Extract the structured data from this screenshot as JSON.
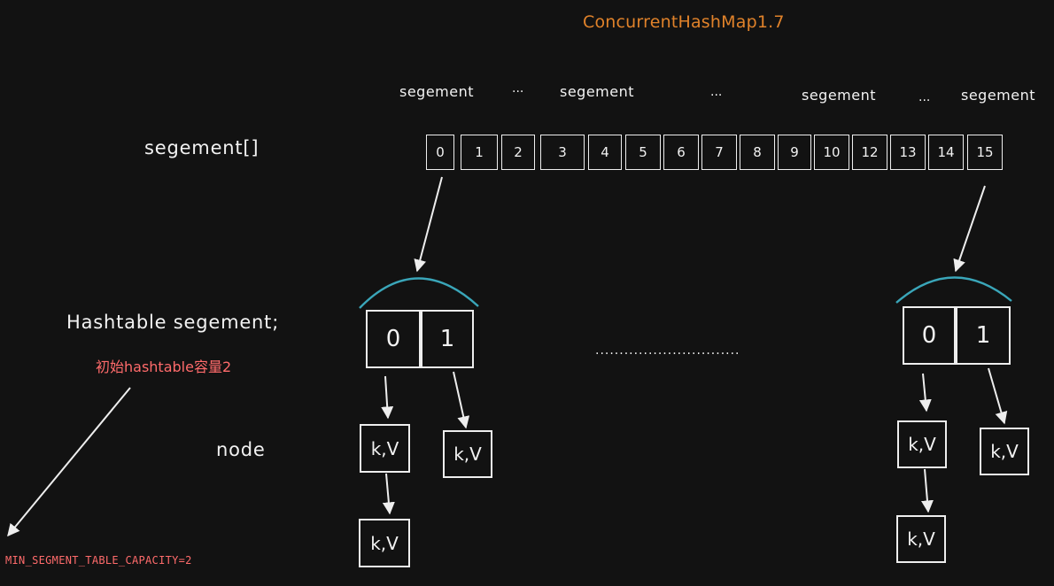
{
  "title": "ConcurrentHashMap1.7",
  "segment_labels": [
    "segement",
    "···",
    "segement",
    "···",
    "segement",
    "···",
    "segement"
  ],
  "array_label": "segement[]",
  "array_cells": [
    "0",
    "1",
    "2",
    "3",
    "4",
    "5",
    "6",
    "7",
    "8",
    "9",
    "10",
    "12",
    "13",
    "14",
    "15"
  ],
  "hashtable_label": "Hashtable segement;",
  "init_note": "初始hashtable容量2",
  "node_label": "node",
  "min_capacity": "MIN_SEGMENT_TABLE_CAPACITY=2",
  "middle_ellipsis": "..............................",
  "left_table": {
    "buckets": [
      "0",
      "1"
    ],
    "nodes": [
      "k,V",
      "k,V",
      "k,V"
    ]
  },
  "right_table": {
    "buckets": [
      "0",
      "1"
    ],
    "nodes": [
      "k,V",
      "k,V",
      "k,V"
    ]
  },
  "colors": {
    "title": "#e0822a",
    "note": "#ff6b6b",
    "lock_arc": "#3aa6b9",
    "stroke": "#eeeeee"
  }
}
